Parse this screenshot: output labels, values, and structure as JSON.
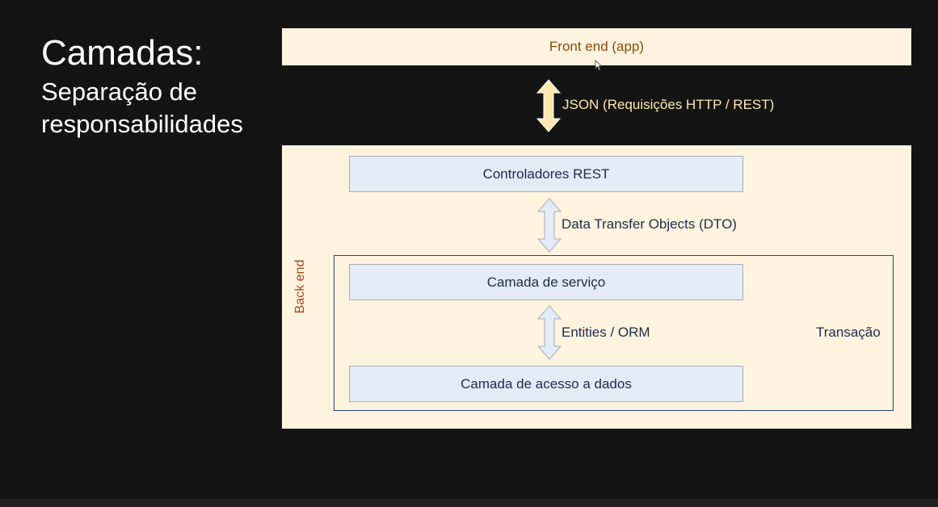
{
  "title": "Camadas:",
  "subtitle": "Separação de responsabilidades",
  "frontend": {
    "label": "Front end (app)"
  },
  "json_connector": {
    "label": "JSON (Requisições HTTP / REST)"
  },
  "backend": {
    "label": "Back end",
    "layers": [
      {
        "label": "Controladores REST"
      },
      {
        "label": "Camada de serviço"
      },
      {
        "label": "Camada de acesso a dados"
      }
    ],
    "connectors": [
      {
        "label": "Data Transfer Objects (DTO)"
      },
      {
        "label": "Entities / ORM"
      }
    ],
    "transaction": {
      "label": "Transação"
    }
  },
  "colors": {
    "background": "#141414",
    "panel": "#fef3df",
    "layer_fill": "#e3ebf6",
    "accent_text": "#8a4a12",
    "json_arrow": "#fde8b0",
    "transaction_border": "#2c3f7a"
  },
  "icons": [
    "double-arrow-icon",
    "mouse-cursor-icon"
  ]
}
